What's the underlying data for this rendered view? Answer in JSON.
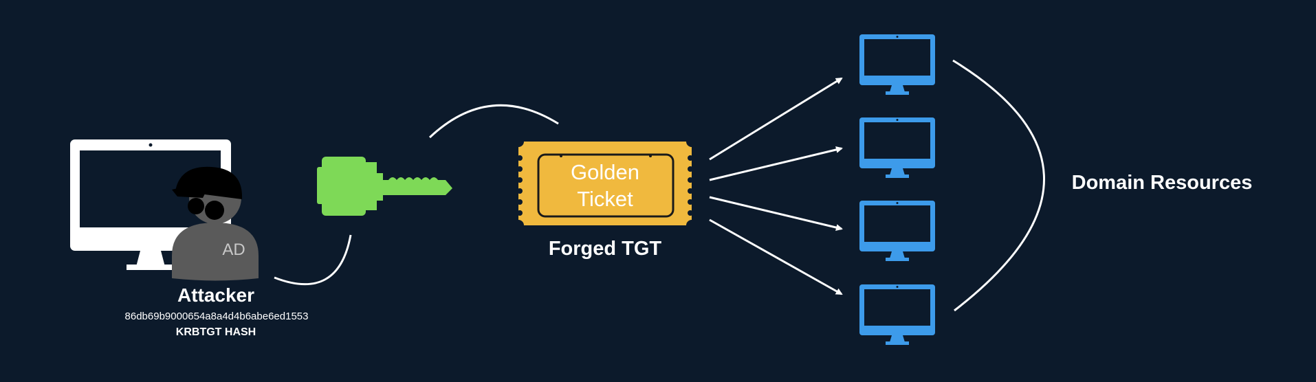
{
  "attacker": {
    "name": "Attacker",
    "avatar_text": "AD",
    "hash": "86db69b9000654a8a4d4b6abe6ed1553",
    "hash_label": "KRBTGT HASH"
  },
  "ticket": {
    "line1": "Golden",
    "line2": "Ticket",
    "caption": "Forged TGT"
  },
  "resources": {
    "label": "Domain Resources",
    "count": 4
  },
  "colors": {
    "background": "#0c1a2b",
    "key": "#7ed957",
    "ticket": "#f0b93e",
    "monitor": "#3d9bea",
    "attacker_monitor": "#ffffff",
    "avatar": "#5a5a5a",
    "hat": "#000000"
  },
  "icons": [
    "attacker-monitor-icon",
    "hacker-avatar-icon",
    "key-icon",
    "golden-ticket-icon",
    "monitor-icon"
  ]
}
